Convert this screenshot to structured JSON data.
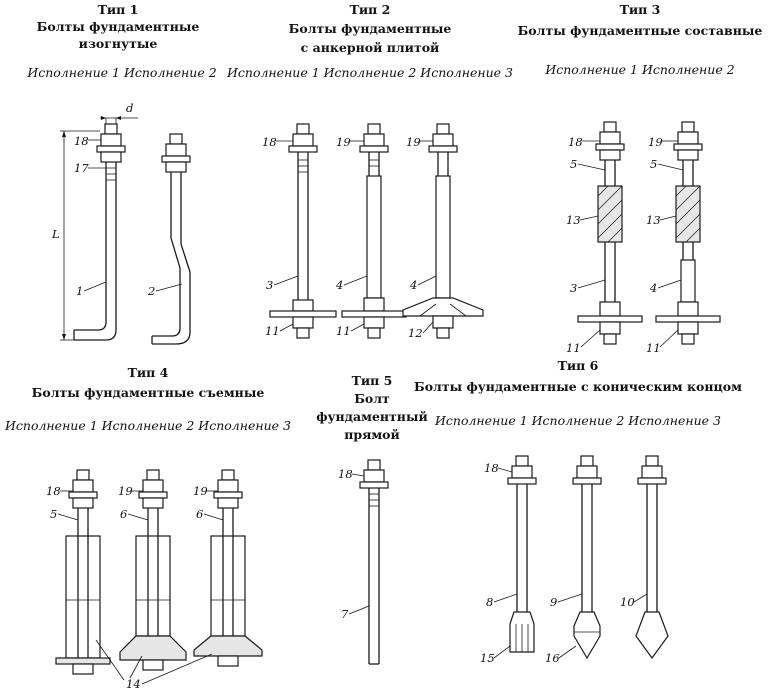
{
  "groups": [
    {
      "type_label": "Тип 1",
      "title_lines": [
        "Болты фундаментные",
        "изогнутые"
      ],
      "variants": "Исполнение 1 Исполнение 2"
    },
    {
      "type_label": "Тип 2",
      "title_lines": [
        "Болты фундаментные",
        "с анкерной плитой"
      ],
      "variants": "Исполнение 1 Исполнение 2 Исполнение 3"
    },
    {
      "type_label": "Тип 3",
      "title_lines": [
        "Болты фундаментные составные"
      ],
      "variants": "Исполнение 1 Исполнение 2"
    },
    {
      "type_label": "Тип 4",
      "title_lines": [
        "Болты фундаментные съемные"
      ],
      "variants": "Исполнение 1 Исполнение 2 Исполнение 3"
    },
    {
      "type_label": "Тип 5",
      "title_lines": [
        "Болт",
        "фундаментный",
        "прямой"
      ],
      "variants": ""
    },
    {
      "type_label": "Тип 6",
      "title_lines": [
        "Болты фундаментные с коническим концом"
      ],
      "variants": "Исполнение 1 Исполнение 2 Исполнение 3"
    }
  ],
  "dimensions": {
    "diameter": "d",
    "length": "L"
  },
  "callouts": {
    "t1": [
      "18",
      "17",
      "1",
      "2"
    ],
    "t2": [
      "18",
      "19",
      "19",
      "3",
      "4",
      "4",
      "11",
      "11",
      "12"
    ],
    "t3": [
      "18",
      "19",
      "5",
      "5",
      "13",
      "13",
      "3",
      "4",
      "11",
      "11"
    ],
    "t4": [
      "18",
      "19",
      "19",
      "5",
      "6",
      "6",
      "14"
    ],
    "t5": [
      "18",
      "7"
    ],
    "t6": [
      "18",
      "8",
      "9",
      "10",
      "15",
      "16"
    ]
  }
}
